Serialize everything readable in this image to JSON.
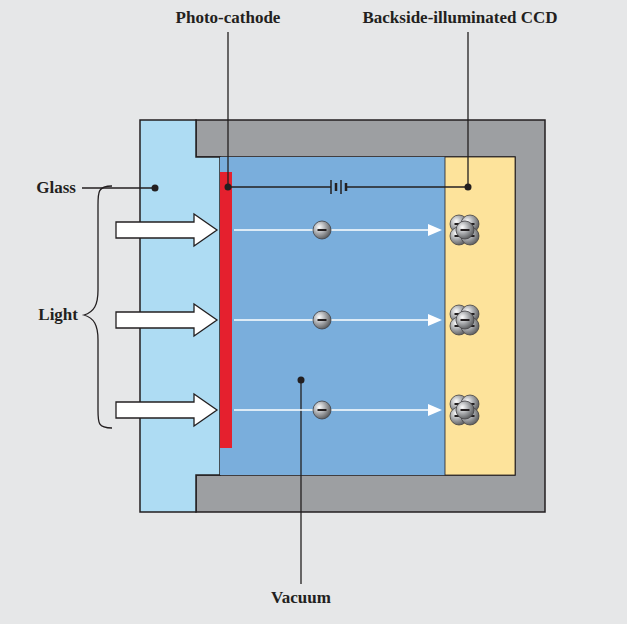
{
  "diagram": {
    "labels": [
      "Photo-cathode",
      "Backside-illuminated CCD",
      "Glass",
      "Light",
      "Vacuum"
    ]
  }
}
